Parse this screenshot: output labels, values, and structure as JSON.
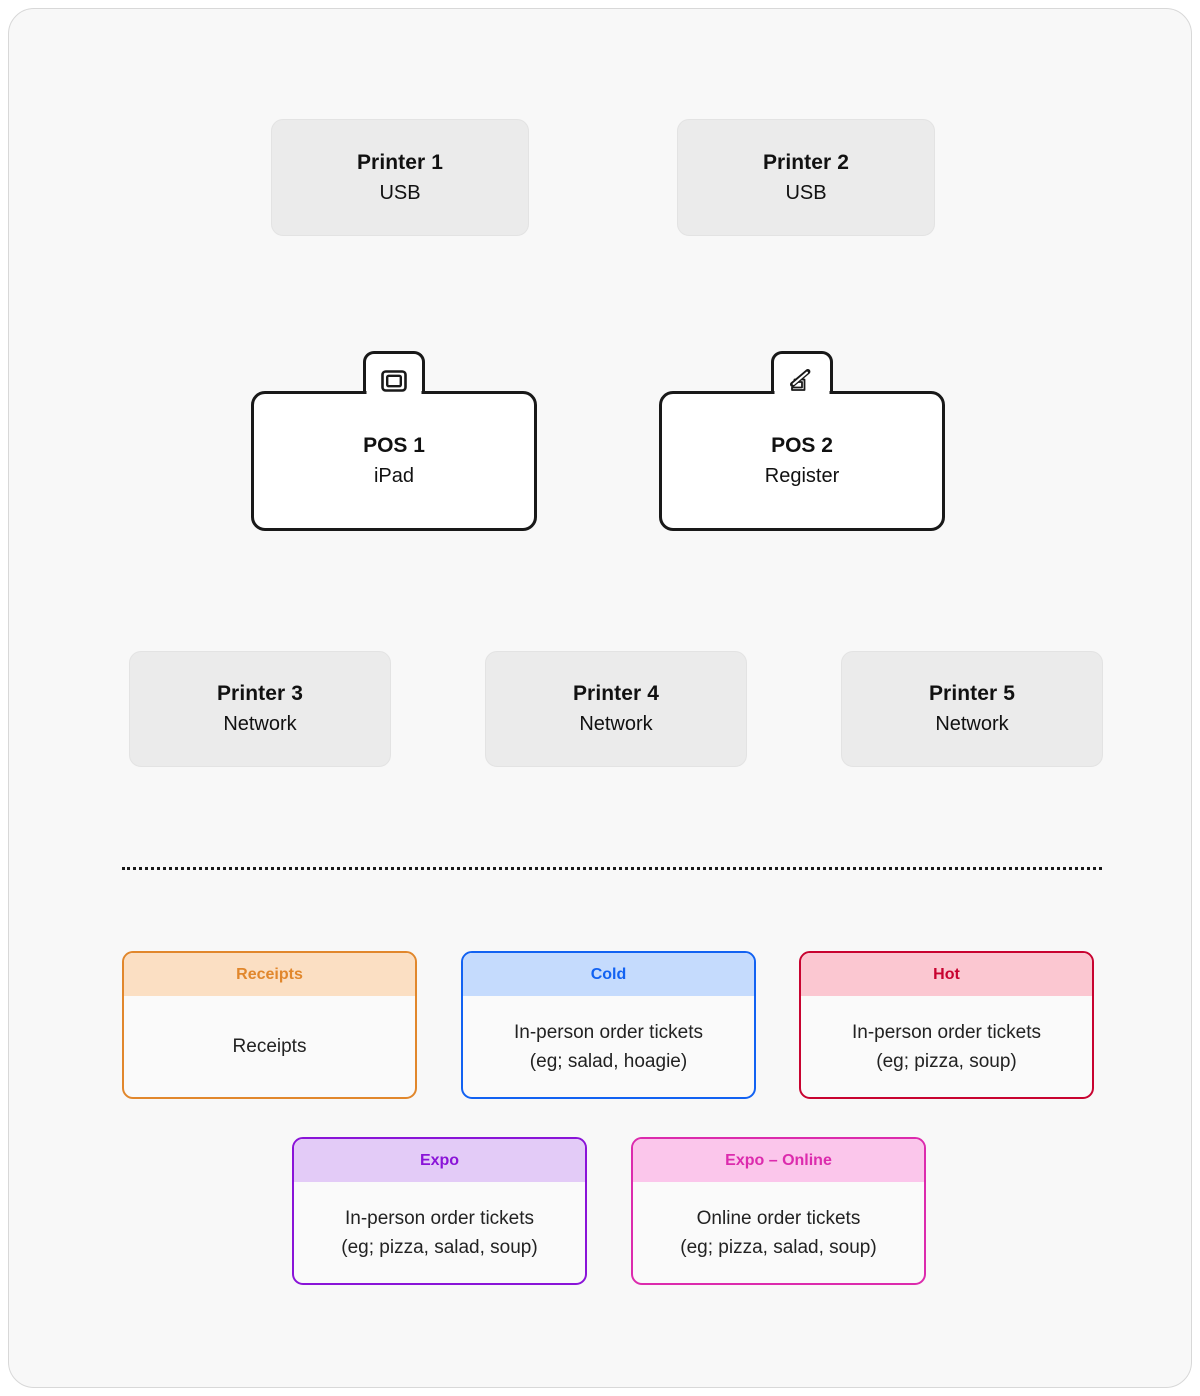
{
  "diagram": {
    "usb_printers": [
      {
        "title": "Printer 1",
        "subtitle": "USB"
      },
      {
        "title": "Printer 2",
        "subtitle": "USB"
      }
    ],
    "pos_devices": [
      {
        "title": "POS 1",
        "subtitle": "iPad",
        "icon": "tablet-icon"
      },
      {
        "title": "POS 2",
        "subtitle": "Register",
        "icon": "register-icon"
      }
    ],
    "network_printers": [
      {
        "title": "Printer 3",
        "subtitle": "Network"
      },
      {
        "title": "Printer 4",
        "subtitle": "Network"
      },
      {
        "title": "Printer 5",
        "subtitle": "Network"
      }
    ],
    "ticket_cards_row1": [
      {
        "name": "Receipts",
        "line1": "Receipts",
        "line2": "",
        "border_color": "#E1872C",
        "header_bg": "#FBDFC3",
        "title_color": "#E1872C"
      },
      {
        "name": "Cold",
        "line1": "In-person order tickets",
        "line2": "(eg; salad, hoagie)",
        "border_color": "#1262F2",
        "header_bg": "#C5DBFD",
        "title_color": "#1262F2"
      },
      {
        "name": "Hot",
        "line1": "In-person order tickets",
        "line2": "(eg; pizza, soup)",
        "border_color": "#C80330",
        "header_bg": "#FBC7D1",
        "title_color": "#C80330"
      }
    ],
    "ticket_cards_row2": [
      {
        "name": "Expo",
        "line1": "In-person order tickets",
        "line2": "(eg; pizza, salad, soup)",
        "border_color": "#8A14D8",
        "header_bg": "#E3CBF7",
        "title_color": "#8A14D8"
      },
      {
        "name": "Expo – Online",
        "line1": "Online order tickets",
        "line2": "(eg; pizza, salad, soup)",
        "border_color": "#DC2BAD",
        "header_bg": "#FBC6EB",
        "title_color": "#DC2BAD"
      }
    ],
    "divider": {
      "style": "dotted",
      "color": "#1A1A1A"
    }
  }
}
